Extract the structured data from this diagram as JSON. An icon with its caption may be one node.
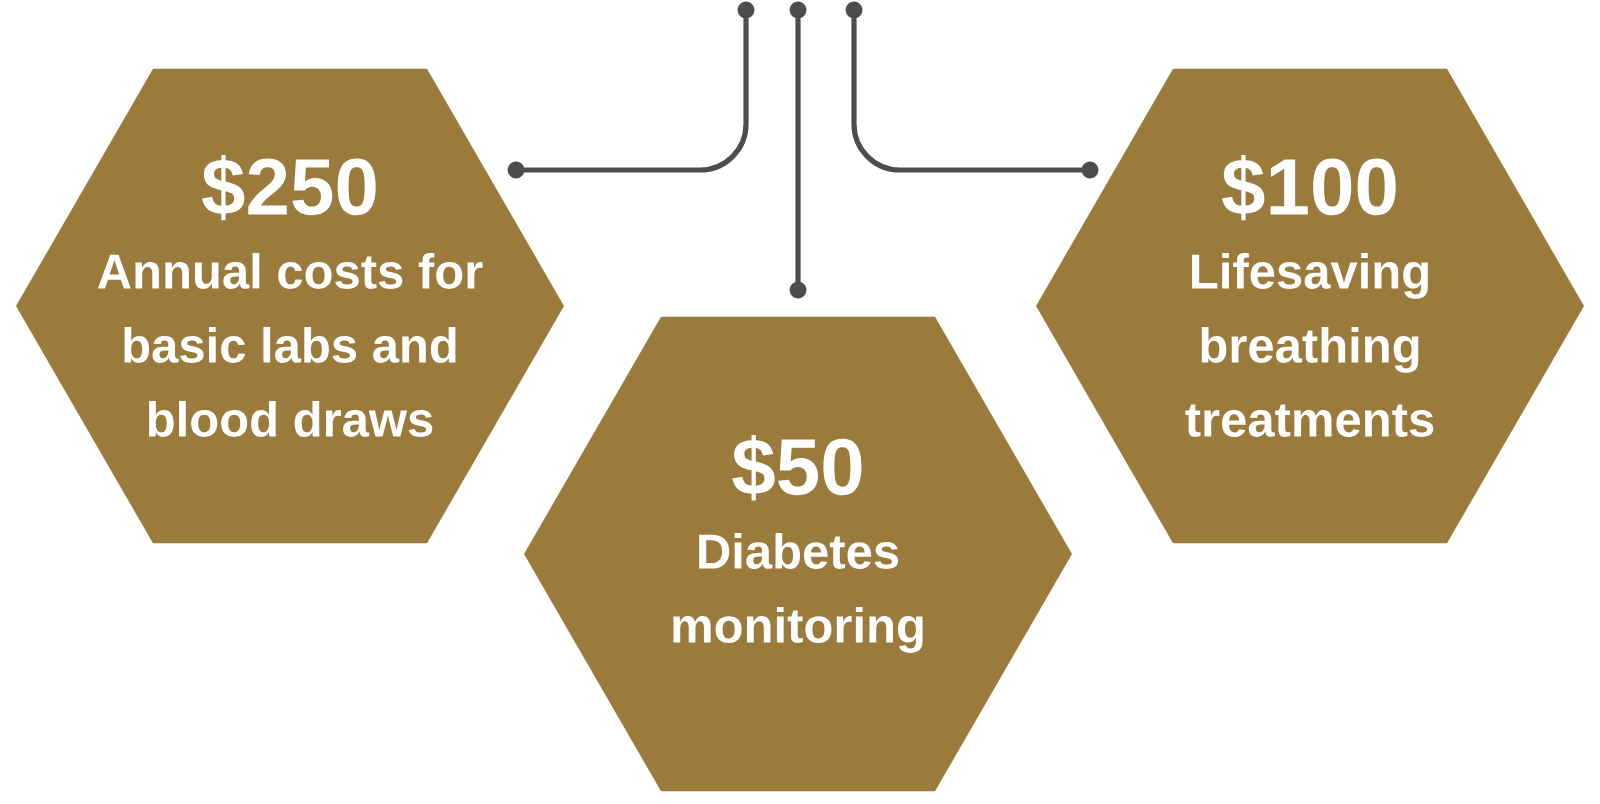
{
  "diagram": {
    "nodes": [
      {
        "text": [
          "$250",
          "Annual costs for basic labs and blood draws"
        ]
      },
      {
        "text": [
          "$100",
          "Lifesaving breathing treatments"
        ]
      },
      {
        "text": [
          "$50",
          "Diabetes monitoring"
        ]
      }
    ],
    "edges": [
      {
        "from": null,
        "to": 0,
        "arrow": "other"
      },
      {
        "from": null,
        "to": 2,
        "arrow": "other"
      },
      {
        "from": null,
        "to": 1,
        "arrow": "other"
      }
    ]
  }
}
